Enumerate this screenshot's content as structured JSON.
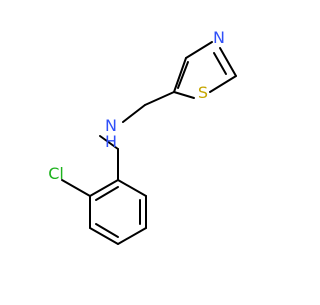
{
  "molecule": {
    "atom_labels": {
      "nitrogen_ring": "N",
      "sulfur": "S",
      "nitrogen_amine": "N",
      "amine_hydrogen": "H",
      "chlorine": "Cl"
    },
    "colors": {
      "nitrogen": "#3050F8",
      "sulfur": "#C6A600",
      "chlorine": "#1FB31F",
      "bond": "#000000",
      "background": "#FFFFFF"
    }
  }
}
